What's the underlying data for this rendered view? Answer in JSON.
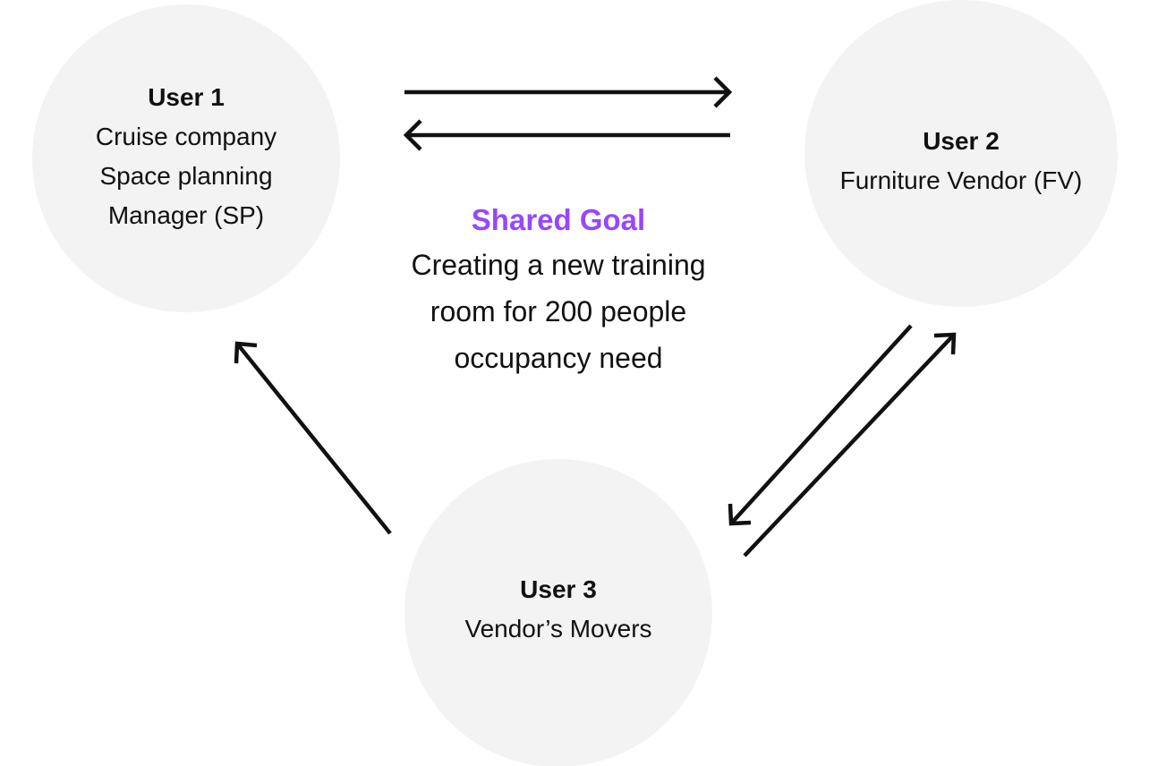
{
  "nodes": {
    "user1": {
      "title": "User 1",
      "lines": [
        "Cruise company",
        "Space planning",
        "Manager (SP)"
      ]
    },
    "user2": {
      "title": "User 2",
      "lines": [
        "Furniture Vendor (FV)"
      ]
    },
    "user3": {
      "title": "User 3",
      "lines": [
        "Vendor’s Movers"
      ]
    }
  },
  "shared_goal": {
    "title": "Shared Goal",
    "lines": [
      "Creating a new training",
      "room for 200 people",
      "occupancy need"
    ]
  },
  "edges": [
    {
      "from": "user1",
      "to": "user2"
    },
    {
      "from": "user2",
      "to": "user1"
    },
    {
      "from": "user3",
      "to": "user1"
    },
    {
      "from": "user2",
      "to": "user3"
    },
    {
      "from": "user3",
      "to": "user2"
    }
  ],
  "colors": {
    "node_fill": "#f3f3f3",
    "goal_title": "#9747ff",
    "arrow": "#111111",
    "text": "#111111"
  }
}
